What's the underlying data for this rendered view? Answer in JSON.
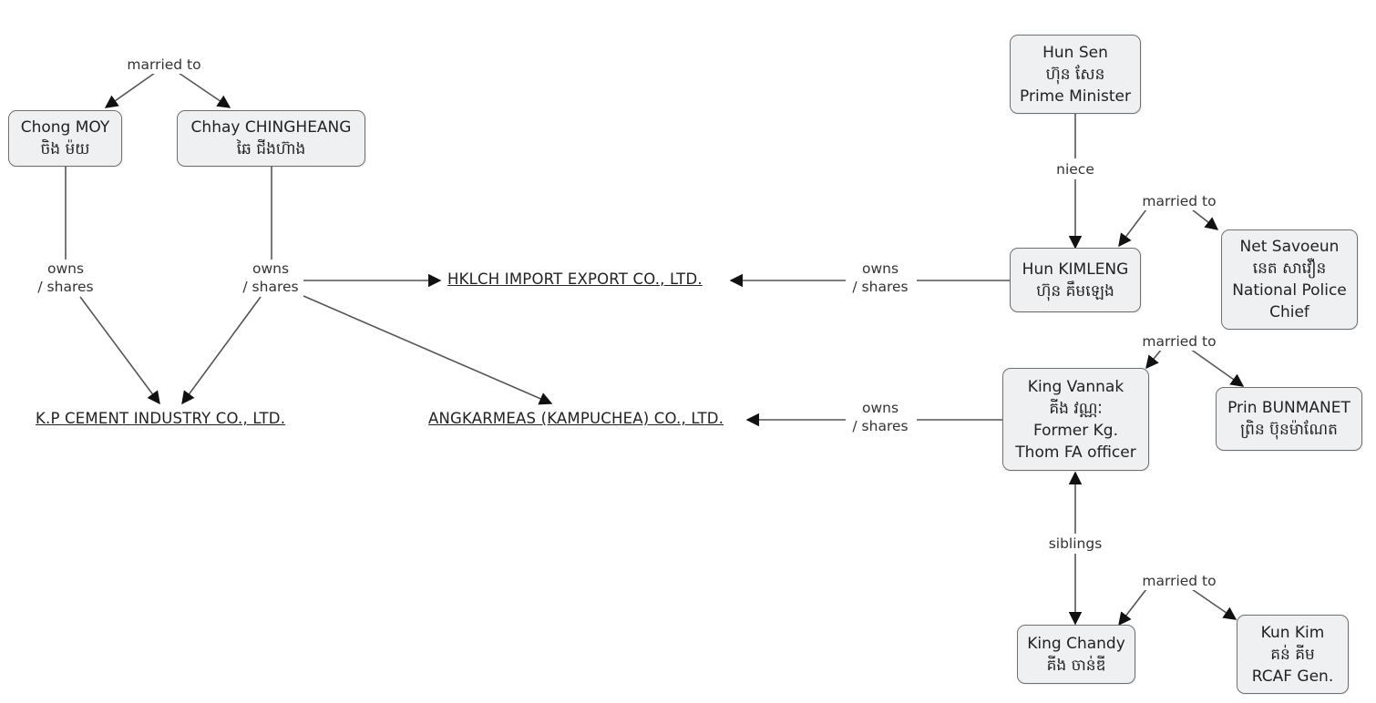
{
  "nodes": {
    "chong_moy": {
      "name": "Chong MOY",
      "khmer": "ចិង ម៉យ"
    },
    "chhay_chingheang": {
      "name": "Chhay CHINGHEANG",
      "khmer": "ឆៃ ជីងហ៊ាង"
    },
    "hun_sen": {
      "name": "Hun Sen",
      "khmer": "ហ៊ុន សែន",
      "role": "Prime Minister"
    },
    "hun_kimleng": {
      "name": "Hun KIMLENG",
      "khmer": "ហ៊ុន គឹមឡេង"
    },
    "net_savoeun": {
      "name": "Net Savoeun",
      "khmer": "នេត សាវឿន",
      "role_line1": "National Police",
      "role_line2": "Chief"
    },
    "king_vannak": {
      "name": "King Vannak",
      "khmer": "គីង វណ្ណៈ",
      "role_line1": "Former Kg.",
      "role_line2": "Thom FA officer"
    },
    "prin_bunmanet": {
      "name": "Prin BUNMANET",
      "khmer": "ព្រិន ប៊ុនម៉ាណែត"
    },
    "king_chandy": {
      "name": "King Chandy",
      "khmer": "គីង ចាន់ឌី"
    },
    "kun_kim": {
      "name": "Kun Kim",
      "khmer": "គន់ គីម",
      "role": "RCAF Gen."
    }
  },
  "companies": {
    "hklch": "HKLCH IMPORT EXPORT CO., LTD.",
    "kp_cement": "K.P CEMENT INDUSTRY CO., LTD.",
    "angkarmeas": "ANGKARMEAS (KAMPUCHEA) CO., LTD."
  },
  "labels": {
    "married_to_1": "married to",
    "owns_line1": "owns",
    "owns_line2": "/ shares",
    "niece": "niece",
    "married_to_2": "married to",
    "married_to_3": "married to",
    "siblings": "siblings",
    "married_to_4": "married to"
  }
}
